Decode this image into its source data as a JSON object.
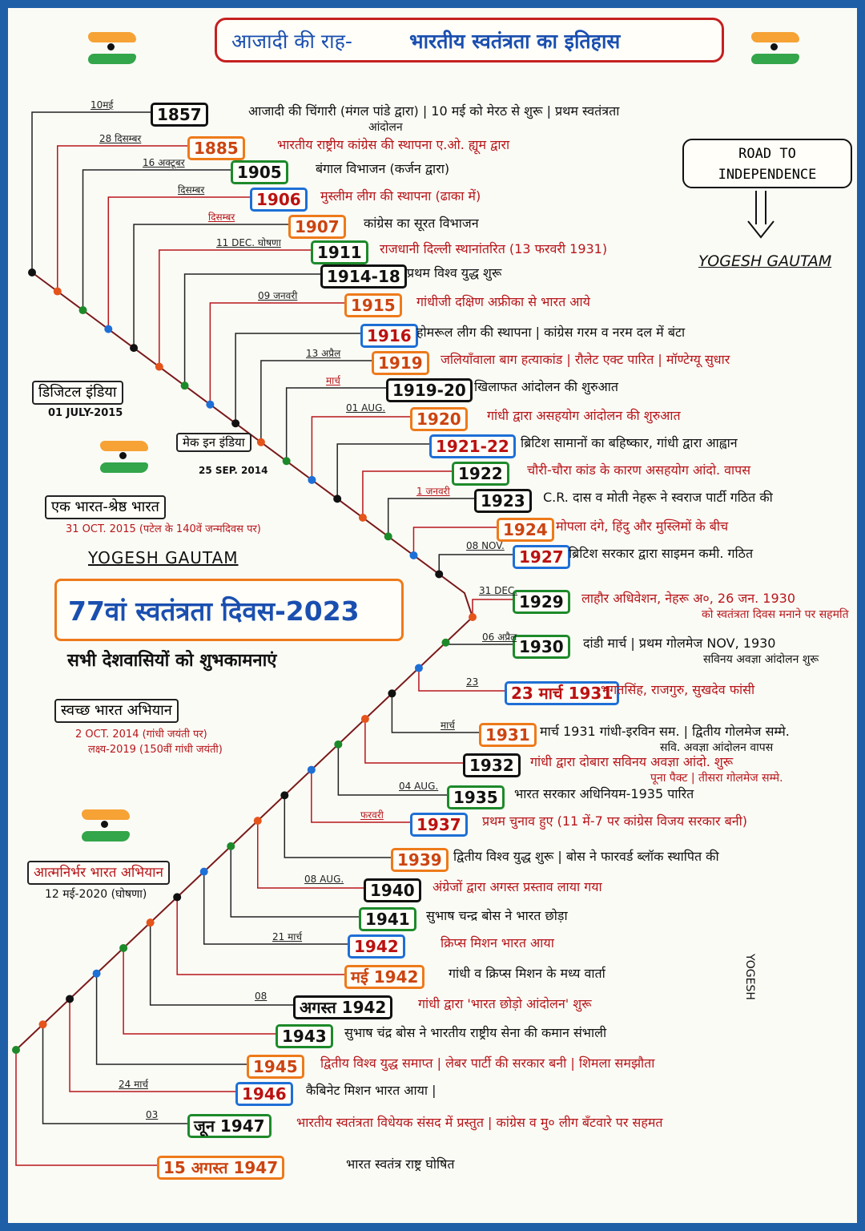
{
  "title": {
    "left": "आजादी की राह-",
    "right": "भारतीय स्वतंत्रता का इतिहास"
  },
  "road_box": {
    "line1": "ROAD TO",
    "line2": "INDEPENDENCE"
  },
  "author": "YOGESH GAUTAM",
  "author_bottom": "YOGESH",
  "big_box": "77वां स्वतंत्रता दिवस-2023",
  "greeting": "सभी देशवासियों को शुभकामनाएं",
  "schemes": [
    {
      "name": "डिजिटल इंडिया",
      "date": "01 JULY-2015"
    },
    {
      "name": "मेक इन इंडिया",
      "date": "25 SEP. 2014"
    },
    {
      "name": "एक भारत-श्रेष्ठ भारत",
      "date": "31 OCT. 2015 (पटेल के 140वें जन्मदिवस पर)"
    },
    {
      "name": "स्वच्छ भारत अभियान",
      "date": "2 OCT. 2014 (गांधी जयंती पर)",
      "date2": "लक्ष्य-2019 (150वीं गांधी जयंती)"
    },
    {
      "name": "आत्मनिर्भर भारत अभियान",
      "date": "12 मई-2020 (घोषणा)"
    }
  ],
  "timeline": [
    {
      "year": "1857",
      "date": "10मई",
      "desc": "आजादी की चिंगारी (मंगल पांडे द्वारा) | 10 मई को मेरठ से शुरू | प्रथम स्वतंत्रता",
      "desc2": "आंदोलन"
    },
    {
      "year": "1885",
      "date": "28 दिसम्बर",
      "desc": "भारतीय राष्ट्रीय कांग्रेस की स्थापना ए.ओ. ह्यूम द्वारा"
    },
    {
      "year": "1905",
      "date": "16 अक्टूबर",
      "desc": "बंगाल विभाजन (कर्जन द्वारा)"
    },
    {
      "year": "1906",
      "date": "दिसम्बर",
      "desc": "मुस्लीम लीग की स्थापना (ढाका में)"
    },
    {
      "year": "1907",
      "date": "दिसम्बर",
      "desc": "कांग्रेस का सूरत विभाजन"
    },
    {
      "year": "1911",
      "date": "11 DEC. घोषणा",
      "desc": "राजधानी दिल्ली स्थानांतरित (13 फरवरी 1931)"
    },
    {
      "year": "1914-18",
      "date": "",
      "desc": "प्रथम विश्व युद्ध शुरू"
    },
    {
      "year": "1915",
      "date": "09 जनवरी",
      "desc": "गांधीजी दक्षिण अफ्रीका से भारत आये"
    },
    {
      "year": "1916",
      "date": "",
      "desc": "होमरूल लीग की स्थापना | कांग्रेस गरम व नरम दल में बंटा"
    },
    {
      "year": "1919",
      "date": "13 अप्रैल",
      "desc": "जलियाँवाला बाग हत्याकांड | रौलेट एक्ट पारित | मॉण्टेग्यू सुधार"
    },
    {
      "year": "1919-20",
      "date": "मार्च",
      "desc": "खिलाफत आंदोलन की शुरुआत"
    },
    {
      "year": "1920",
      "date": "01 AUG.",
      "desc": "गांधी द्वारा असहयोग आंदोलन की शुरुआत"
    },
    {
      "year": "1921-22",
      "date": "",
      "desc": "ब्रिटिश सामानों का बहिष्कार, गांधी द्वारा आह्वान"
    },
    {
      "year": "1922",
      "date": "",
      "desc": "चौरी-चौरा कांड के कारण असहयोग आंदो. वापस"
    },
    {
      "year": "1923",
      "date": "1 जनवरी",
      "desc": "C.R. दास व मोती नेहरू ने स्वराज पार्टी गठित की"
    },
    {
      "year": "1924",
      "date": "",
      "desc": "मोपला दंगे, हिंदु और मुस्लिमों के बीच"
    },
    {
      "year": "1927",
      "date": "08 NOV.",
      "desc": "ब्रिटिश सरकार द्वारा साइमन कमी. गठित"
    },
    {
      "year": "1929",
      "date": "31 DEC.",
      "desc": "लाहौर अधिवेशन, नेहरू अ०, 26 जन. 1930",
      "desc2": "को स्वतंत्रता दिवस मनाने पर सहमति"
    },
    {
      "year": "1930",
      "date": "06 अप्रैल",
      "desc": "दांडी मार्च | प्रथम गोलमेज NOV, 1930",
      "desc2": "सविनय अवज्ञा आंदोलन शुरू"
    },
    {
      "year": "23 मार्च 1931",
      "date": "23",
      "desc": "भगतसिंह, राजगुरु, सुखदेव फांसी"
    },
    {
      "year": "1931",
      "date": "मार्च",
      "desc": "मार्च 1931 गांधी-इरविन सम. | द्वितीय गोलमेज सम्मे.",
      "desc2": "सवि. अवज्ञा आंदोलन वापस"
    },
    {
      "year": "1932",
      "date": "",
      "desc": "गांधी द्वारा दोबारा सविनय अवज्ञा आंदो. शुरू",
      "desc2": "पूना पैक्ट | तीसरा गोलमेज सम्मे."
    },
    {
      "year": "1935",
      "date": "04 AUG.",
      "desc": "भारत सरकार अधिनियम-1935 पारित"
    },
    {
      "year": "1937",
      "date": "फरवरी",
      "desc": "प्रथम चुनाव हुए (11 में-7 पर कांग्रेस विजय सरकार बनी)"
    },
    {
      "year": "1939",
      "date": "",
      "desc": "द्वितीय विश्व युद्ध शुरू | बोस ने फारवर्ड ब्लॉक स्थापित की"
    },
    {
      "year": "1940",
      "date": "08 AUG.",
      "desc": "अंग्रेजों द्वारा अगस्त प्रस्ताव लाया गया"
    },
    {
      "year": "1941",
      "date": "",
      "desc": "सुभाष चन्द्र बोस ने भारत छोड़ा"
    },
    {
      "year": "1942",
      "date": "21 मार्च",
      "desc": "क्रिप्स मिशन भारत आया"
    },
    {
      "year": "मई 1942",
      "date": "",
      "desc": "गांधी व क्रिप्स मिशन के मध्य वार्ता"
    },
    {
      "year": "अगस्त 1942",
      "date": "08",
      "desc": "गांधी द्वारा 'भारत छोड़ो आंदोलन' शुरू"
    },
    {
      "year": "1943",
      "date": "",
      "desc": "सुभाष चंद्र बोस ने भारतीय राष्ट्रीय सेना की कमान संभाली"
    },
    {
      "year": "1945",
      "date": "",
      "desc": "द्वितीय विश्व युद्ध समाप्त | लेबर पार्टी की सरकार बनी | शिमला समझौता"
    },
    {
      "year": "1946",
      "date": "24 मार्च",
      "desc": "कैबिनेट मिशन भारत आया |"
    },
    {
      "year": "जून 1947",
      "date": "03",
      "desc": "भारतीय स्वतंत्रता विधेयक संसद में प्रस्तुत | कांग्रेस व मु० लीग बँटवारे पर सहमत"
    },
    {
      "year": "15 अगस्त 1947",
      "date": "",
      "desc": "भारत स्वतंत्र राष्ट्र घोषित"
    }
  ]
}
